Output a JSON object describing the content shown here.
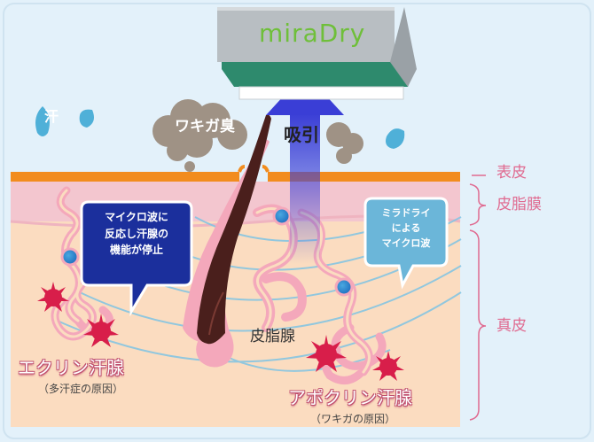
{
  "device": {
    "brand": "miraDry"
  },
  "labels": {
    "sweat": "汗",
    "odor": "ワキガ臭",
    "suction": "吸引",
    "epidermis": "表皮",
    "sebaceous_membrane": "皮脂膜",
    "dermis": "真皮",
    "sebaceous_gland": "皮脂腺",
    "eccrine_gland": "エクリン汗腺",
    "eccrine_note": "（多汗症の原因）",
    "apocrine_gland": "アポクリン汗腺",
    "apocrine_note": "（ワキガの原因）"
  },
  "callouts": {
    "microwave_effect": [
      "マイクロ波に",
      "反応し汗腺の",
      "機能が停止"
    ],
    "miradry_microwave": [
      "ミラドライ",
      "による",
      "マイクロ波"
    ]
  },
  "colors": {
    "background": "#e3f1fa",
    "epidermis": "#f28c1e",
    "sebaceous_layer": "#f3c6cf",
    "dermis": "#fbdcc0",
    "device_body": "#b8bec2",
    "device_head": "#2e8a6d",
    "suction_arrow": "#3a3ed6",
    "callout_dark": "#1b2f9c",
    "callout_light": "#6bb6d9",
    "layer_labels": "#e06a90",
    "hair": "#4a1f1c",
    "gland_tube": "#f4a8bb",
    "burst": "#d81e4a"
  }
}
